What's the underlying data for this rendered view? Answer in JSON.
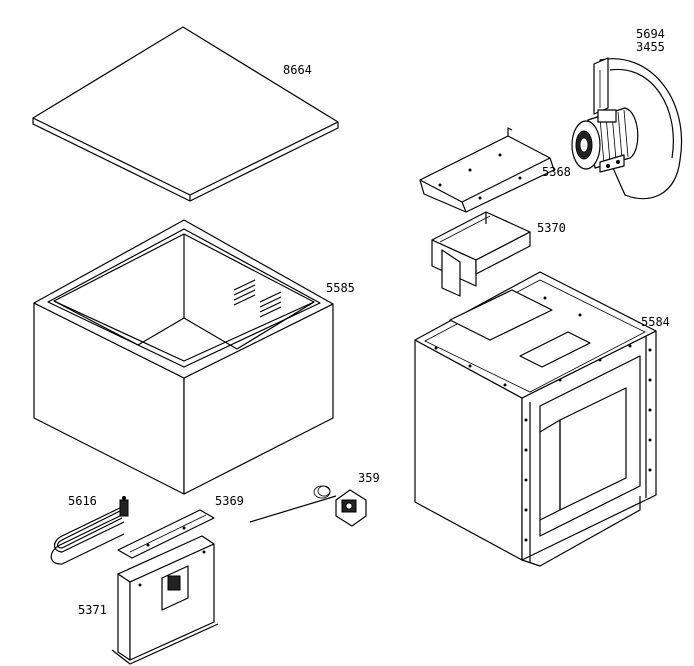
{
  "parts": {
    "p8664": "8664",
    "p5694": "5694",
    "p3455": "3455",
    "p5368": "5368",
    "p5370": "5370",
    "p5585": "5585",
    "p5584": "5584",
    "p359": "359",
    "p5616": "5616",
    "p5369": "5369",
    "p5371": "5371"
  }
}
